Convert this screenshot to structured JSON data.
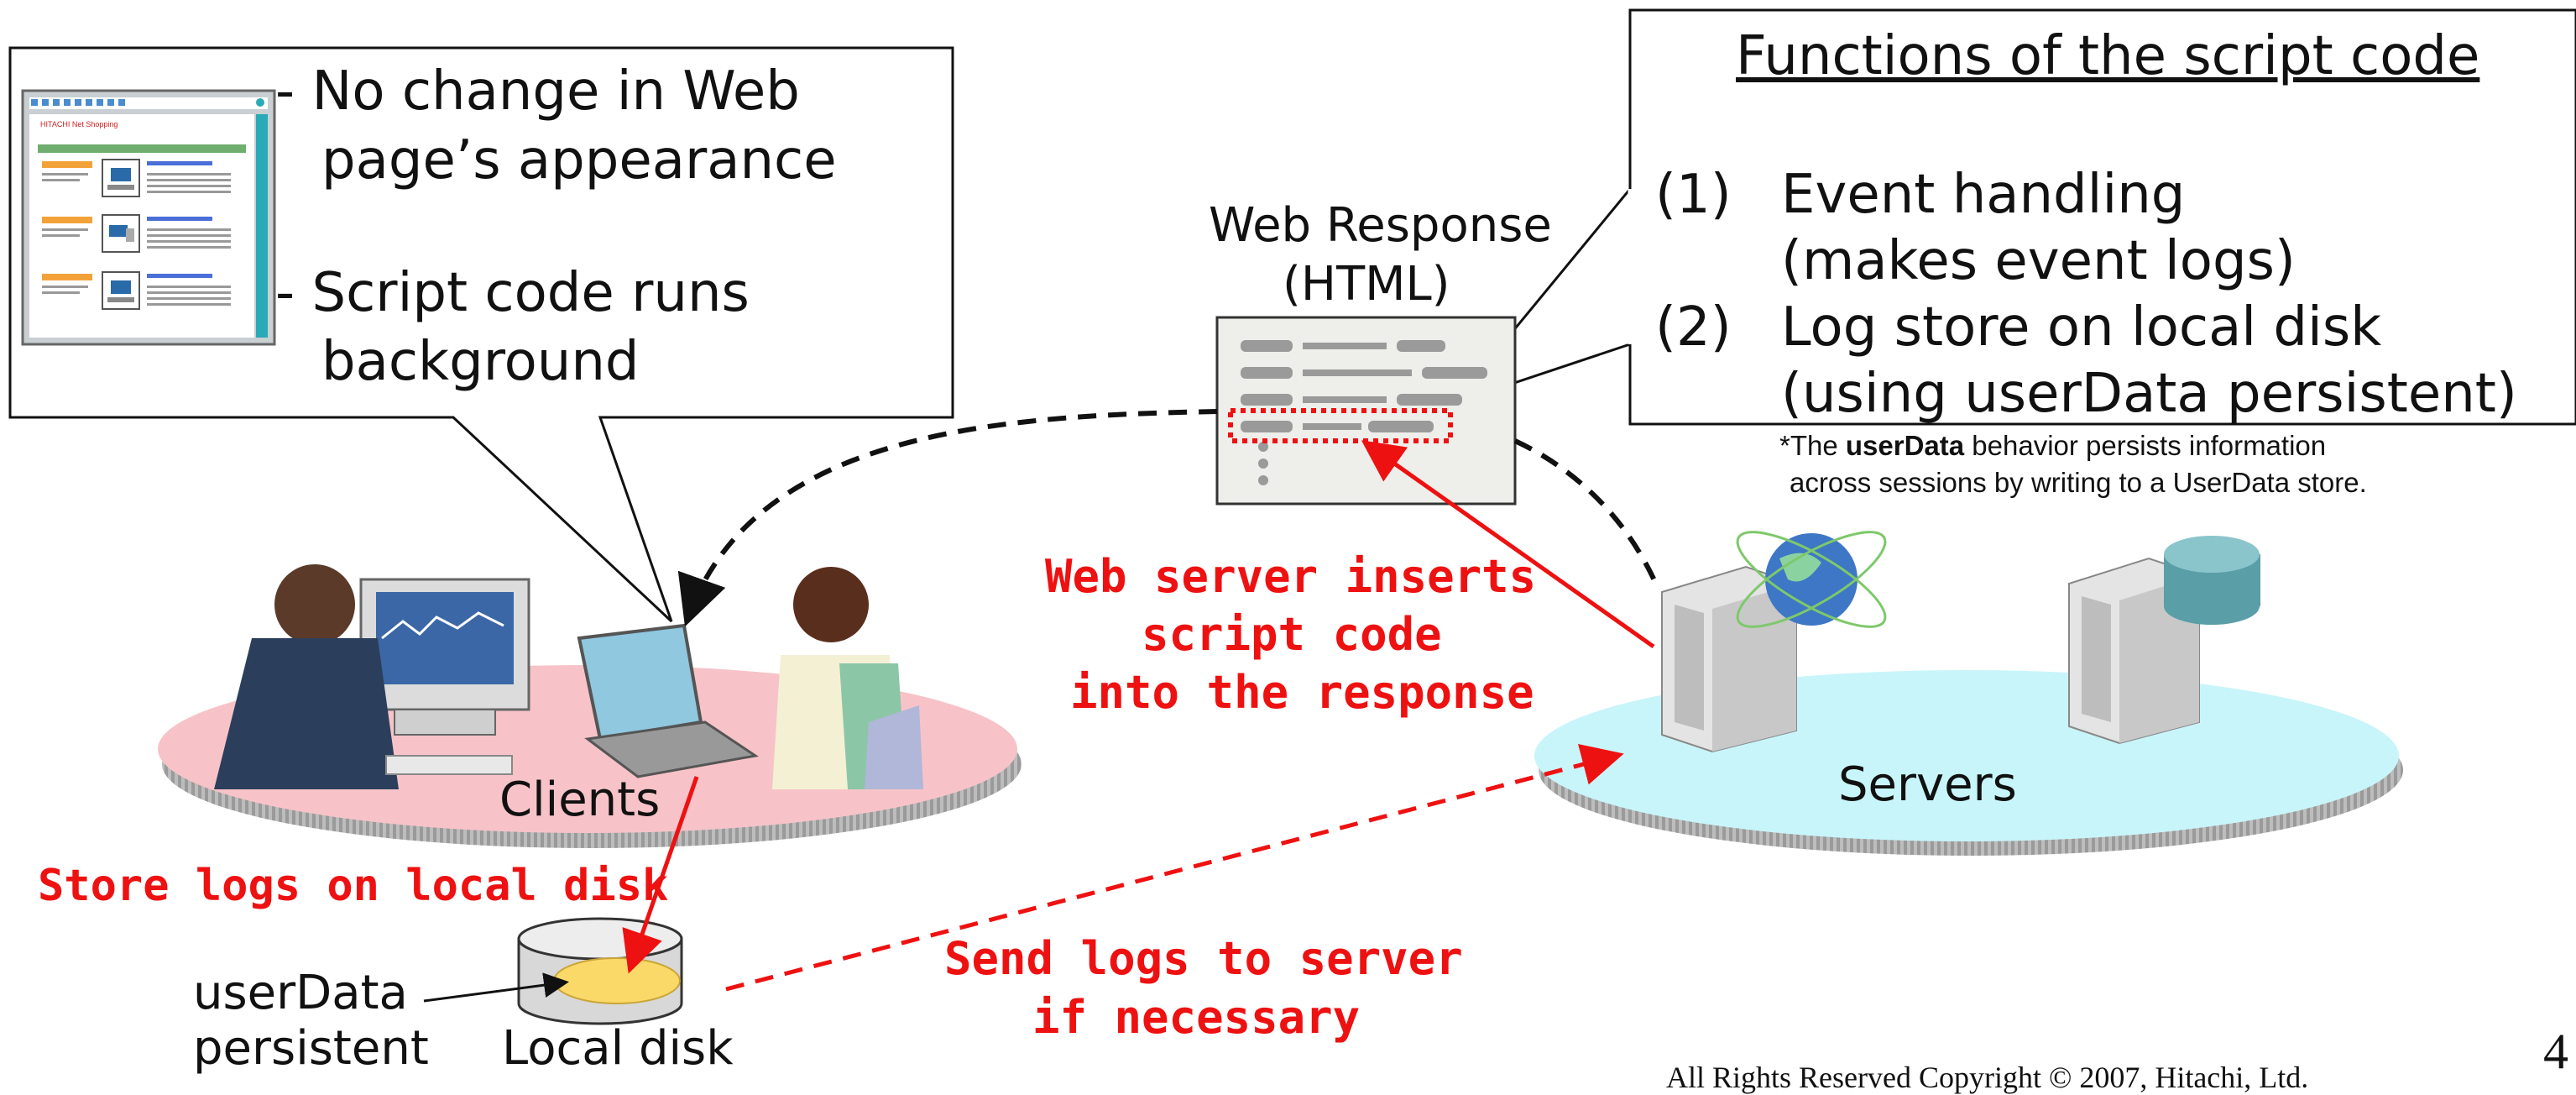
{
  "browser_callout": {
    "thumbnail_brand": "HITACHI  Net Shopping",
    "point1_line1": "- No change in Web",
    "point1_line2": "page’s appearance",
    "point2_line1": "- Script code runs",
    "point2_line2": "background"
  },
  "functions_box": {
    "title": "Functions of the script code",
    "item1_num": "(1)",
    "item1_line1": "Event handling",
    "item1_line2": "(makes event logs)",
    "item2_num": "(2)",
    "item2_line1": "Log store on local disk",
    "item2_line2": "(using userData persistent)"
  },
  "footnote": {
    "prefix": "*The ",
    "bold": "userData",
    "rest_line1": " behavior persists information",
    "line2": "across sessions by writing to a UserData store."
  },
  "web_response": {
    "title_line1": "Web Response",
    "title_line2": "(HTML)"
  },
  "labels": {
    "server_inserts_line1": "Web server inserts",
    "server_inserts_line2": "script code",
    "server_inserts_line3": "into the response",
    "clients": "Clients",
    "servers": "Servers",
    "store_logs": "Store logs on local disk",
    "userdata_line1": "userData",
    "userdata_line2": "persistent",
    "local_disk": "Local disk",
    "send_logs_line1": "Send logs to server",
    "send_logs_line2": "if necessary"
  },
  "footer": {
    "copyright": "All Rights Reserved Copyright © 2007, Hitachi, Ltd.",
    "page_number": "4"
  },
  "colors": {
    "red": "#ee1111",
    "clients_platform": "#f7c3c8",
    "servers_platform": "#c8f5fa",
    "disk_fill": "#fbd968"
  }
}
